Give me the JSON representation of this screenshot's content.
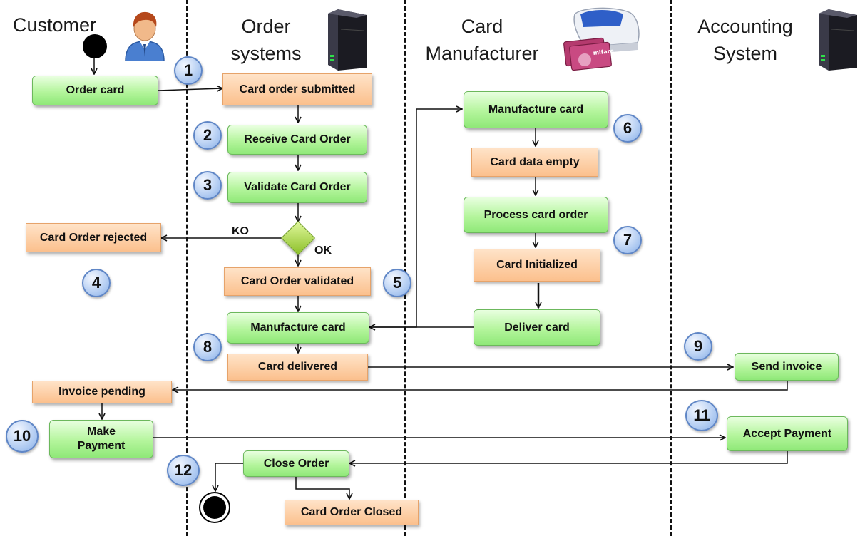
{
  "lanes": {
    "customer": "Customer",
    "order_line1": "Order",
    "order_line2": "systems",
    "card_line1": "Card",
    "card_line2": "Manufacturer",
    "acct_line1": "Accounting",
    "acct_line2": "System"
  },
  "activities": {
    "order_card": "Order card",
    "receive_card_order": "Receive Card Order",
    "validate_card_order": "Validate Card Order",
    "manufacture_card_top": "Manufacture  card",
    "process_card_order": "Process card order",
    "deliver_card": "Deliver card",
    "manufacture_card_order": "Manufacture  card",
    "send_invoice": "Send invoice",
    "make_payment_line1": "Make",
    "make_payment_line2": "Payment",
    "accept_payment": "Accept Payment",
    "close_order": "Close Order"
  },
  "objects": {
    "card_order_submitted": "Card order submitted",
    "card_order_rejected": "Card Order rejected",
    "card_order_validated": "Card Order validated",
    "card_data_empty": "Card data empty",
    "card_initialized": "Card Initialized",
    "card_delivered": "Card delivered",
    "invoice_pending": "Invoice pending",
    "card_order_closed": "Card Order Closed"
  },
  "decision": {
    "ko": "KO",
    "ok": "OK"
  },
  "steps": [
    "1",
    "2",
    "3",
    "4",
    "5",
    "6",
    "7",
    "8",
    "9",
    "10",
    "11",
    "12"
  ],
  "icons": {
    "customer": "person-avatar-icon",
    "order_systems": "server-icon",
    "card_manufacturer": "card-printer-icon",
    "accounting_system": "server-icon"
  },
  "mifare_label": "mifare",
  "colors": {
    "activity": "#b4f59c",
    "object": "#fbc08d",
    "step_circle": "#a9c6f0"
  }
}
